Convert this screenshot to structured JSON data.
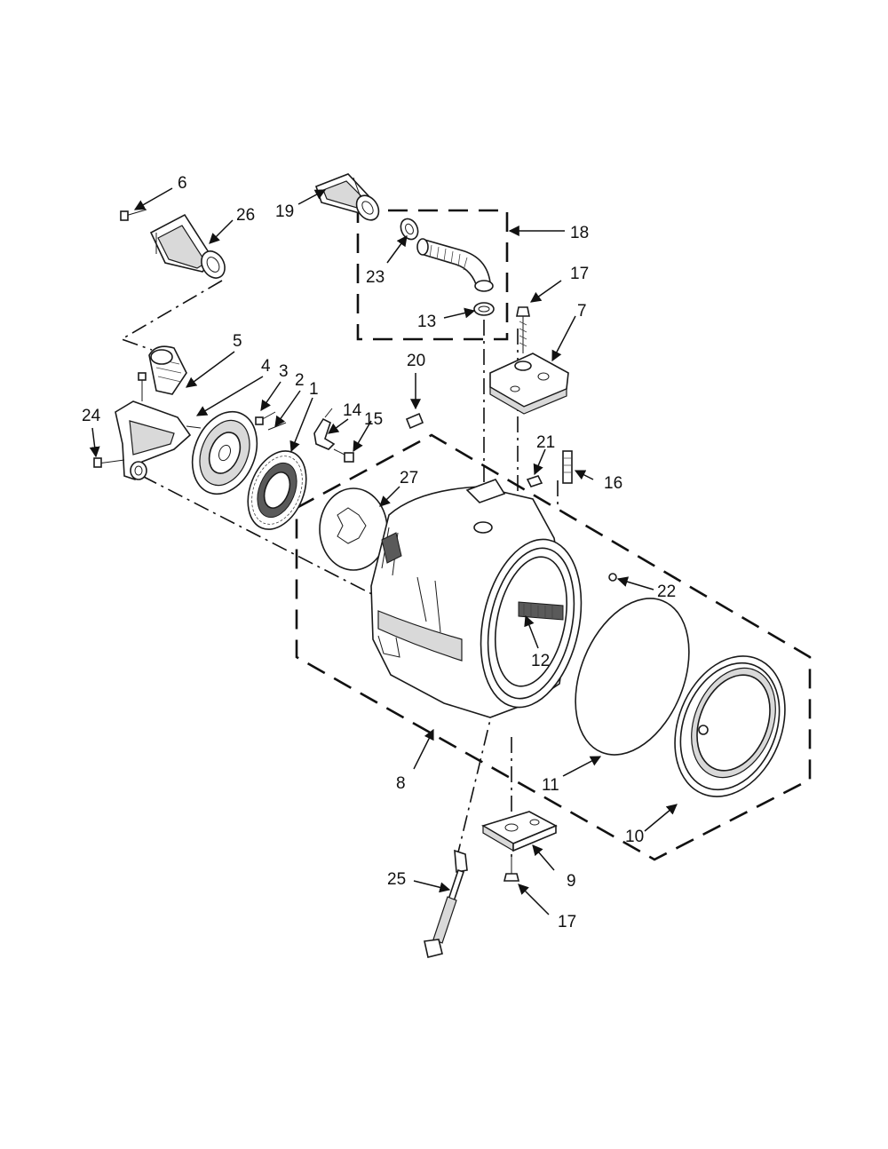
{
  "callouts": {
    "c1": "1",
    "c2": "2",
    "c3": "3",
    "c4": "4",
    "c5": "5",
    "c6": "6",
    "c7": "7",
    "c8": "8",
    "c9": "9",
    "c10": "10",
    "c11": "11",
    "c12": "12",
    "c13": "13",
    "c14": "14",
    "c15": "15",
    "c16": "16",
    "c17a": "17",
    "c17b": "17",
    "c18": "18",
    "c19": "19",
    "c20": "20",
    "c21": "21",
    "c22": "22",
    "c23": "23",
    "c24": "24",
    "c25": "25",
    "c26": "26",
    "c27": "27"
  },
  "colors": {
    "line": "#1a1a1a",
    "fill": "#ffffff",
    "shade": "#d9d9d9"
  }
}
